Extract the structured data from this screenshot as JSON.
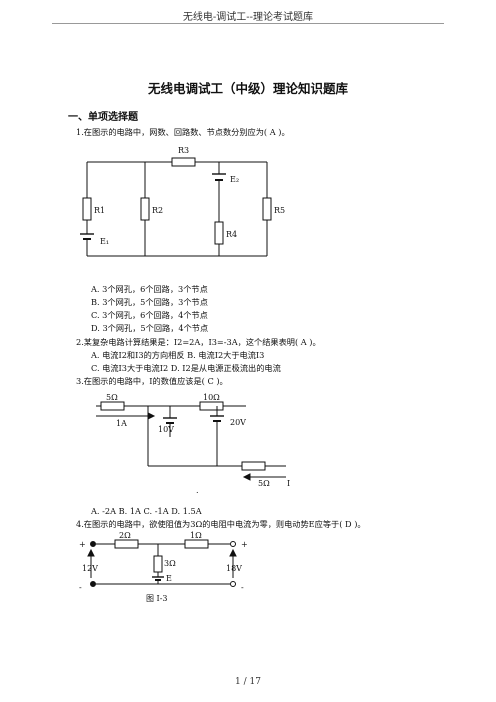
{
  "header": "无线电-调试工--理论考试题库",
  "title": "无线电调试工（中级）理论知识题库",
  "section": "一、单项选择题",
  "q1": {
    "stem": "1.在图示的电路中，网数、回路数、节点数分别应为( A )。",
    "labels": {
      "r1": "R1",
      "r2": "R2",
      "r3": "R3",
      "r4": "R4",
      "r5": "R5",
      "e1": "E₁",
      "e2": "E₂"
    },
    "options": [
      "A. 3个网孔，6个回路，3个节点",
      "B. 3个网孔，5个回路，3个节点",
      "C. 3个网孔，6个回路，4个节点",
      "D. 3个网孔，5个回路，4个节点"
    ]
  },
  "q2": {
    "stem": "2.某复杂电路计算结果是：I2=2A，I3=-3A，这个结果表明( A )。",
    "row1": "A. 电流I2和I3的方向相反     B. 电流I2大于电流I3",
    "row2": "C. 电流I3大于电流I2         D. I2是从电源正极流出的电流"
  },
  "q3": {
    "stem": "3.在图示的电路中，I的数值应该是( C )。",
    "labels": {
      "r5a": "5Ω",
      "r10": "10Ω",
      "cur": "1A",
      "v10": "10V",
      "v20": "20V",
      "r5b": "5Ω",
      "i": "I",
      "dot": "."
    },
    "options": "A. -2A    B. 1A    C. -1A    D. 1.5A"
  },
  "q4": {
    "stem": "4.在图示的电路中，欲使阻值为3Ω的电阻中电流为零，则电动势E应等于(  D )。",
    "labels": {
      "plus_l": "+",
      "plus_r": "+",
      "minus_l": "-",
      "minus_r": "-",
      "r2": "2Ω",
      "r1": "1Ω",
      "r3": "3Ω",
      "v12": "12V",
      "v18": "18V",
      "e": "E",
      "fig": "图 I-3"
    }
  },
  "footer": "1 / 17"
}
